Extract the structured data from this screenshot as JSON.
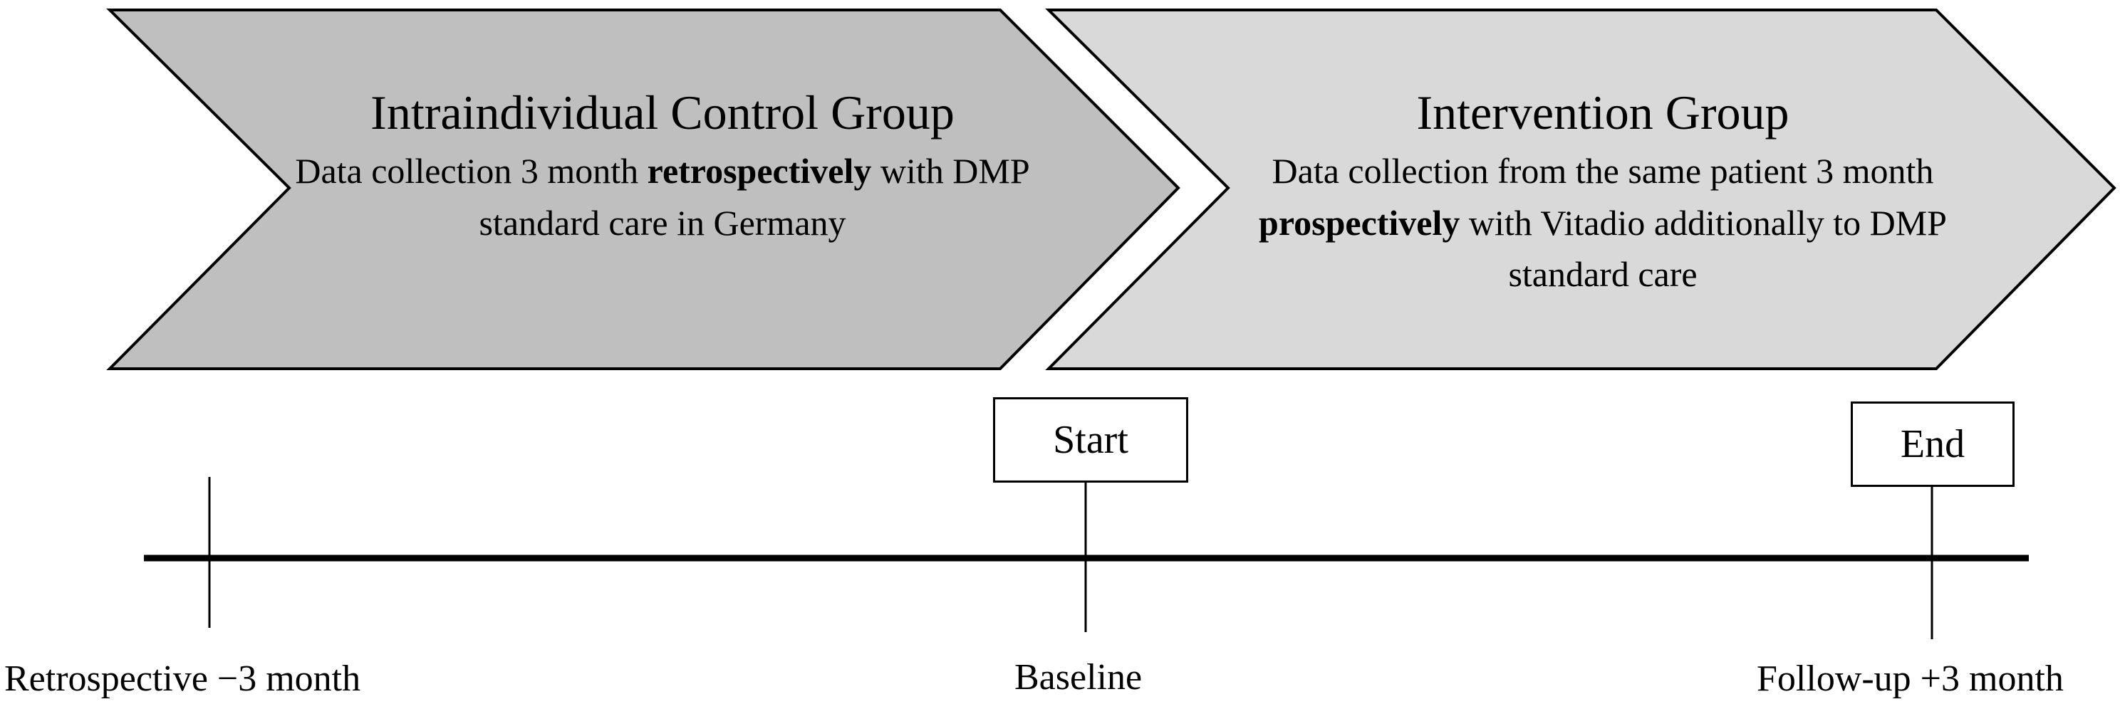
{
  "control_group": {
    "title": "Intraindividual Control Group",
    "desc_before": "Data collection 3 month ",
    "desc_bold": "retrospectively",
    "desc_after": " with DMP standard care in Germany",
    "fill_color": "#bfbfbf"
  },
  "intervention_group": {
    "title": "Intervention Group",
    "desc_before": "Data collection from the same patient 3 month ",
    "desc_bold": "prospectively",
    "desc_after": " with Vitadio additionally to DMP standard care",
    "fill_color": "#d9d9d9"
  },
  "markers": {
    "start": "Start",
    "end": "End"
  },
  "timeline": {
    "retrospective": "Retrospective −3 month",
    "baseline": "Baseline",
    "followup": "Follow-up +3 month"
  }
}
